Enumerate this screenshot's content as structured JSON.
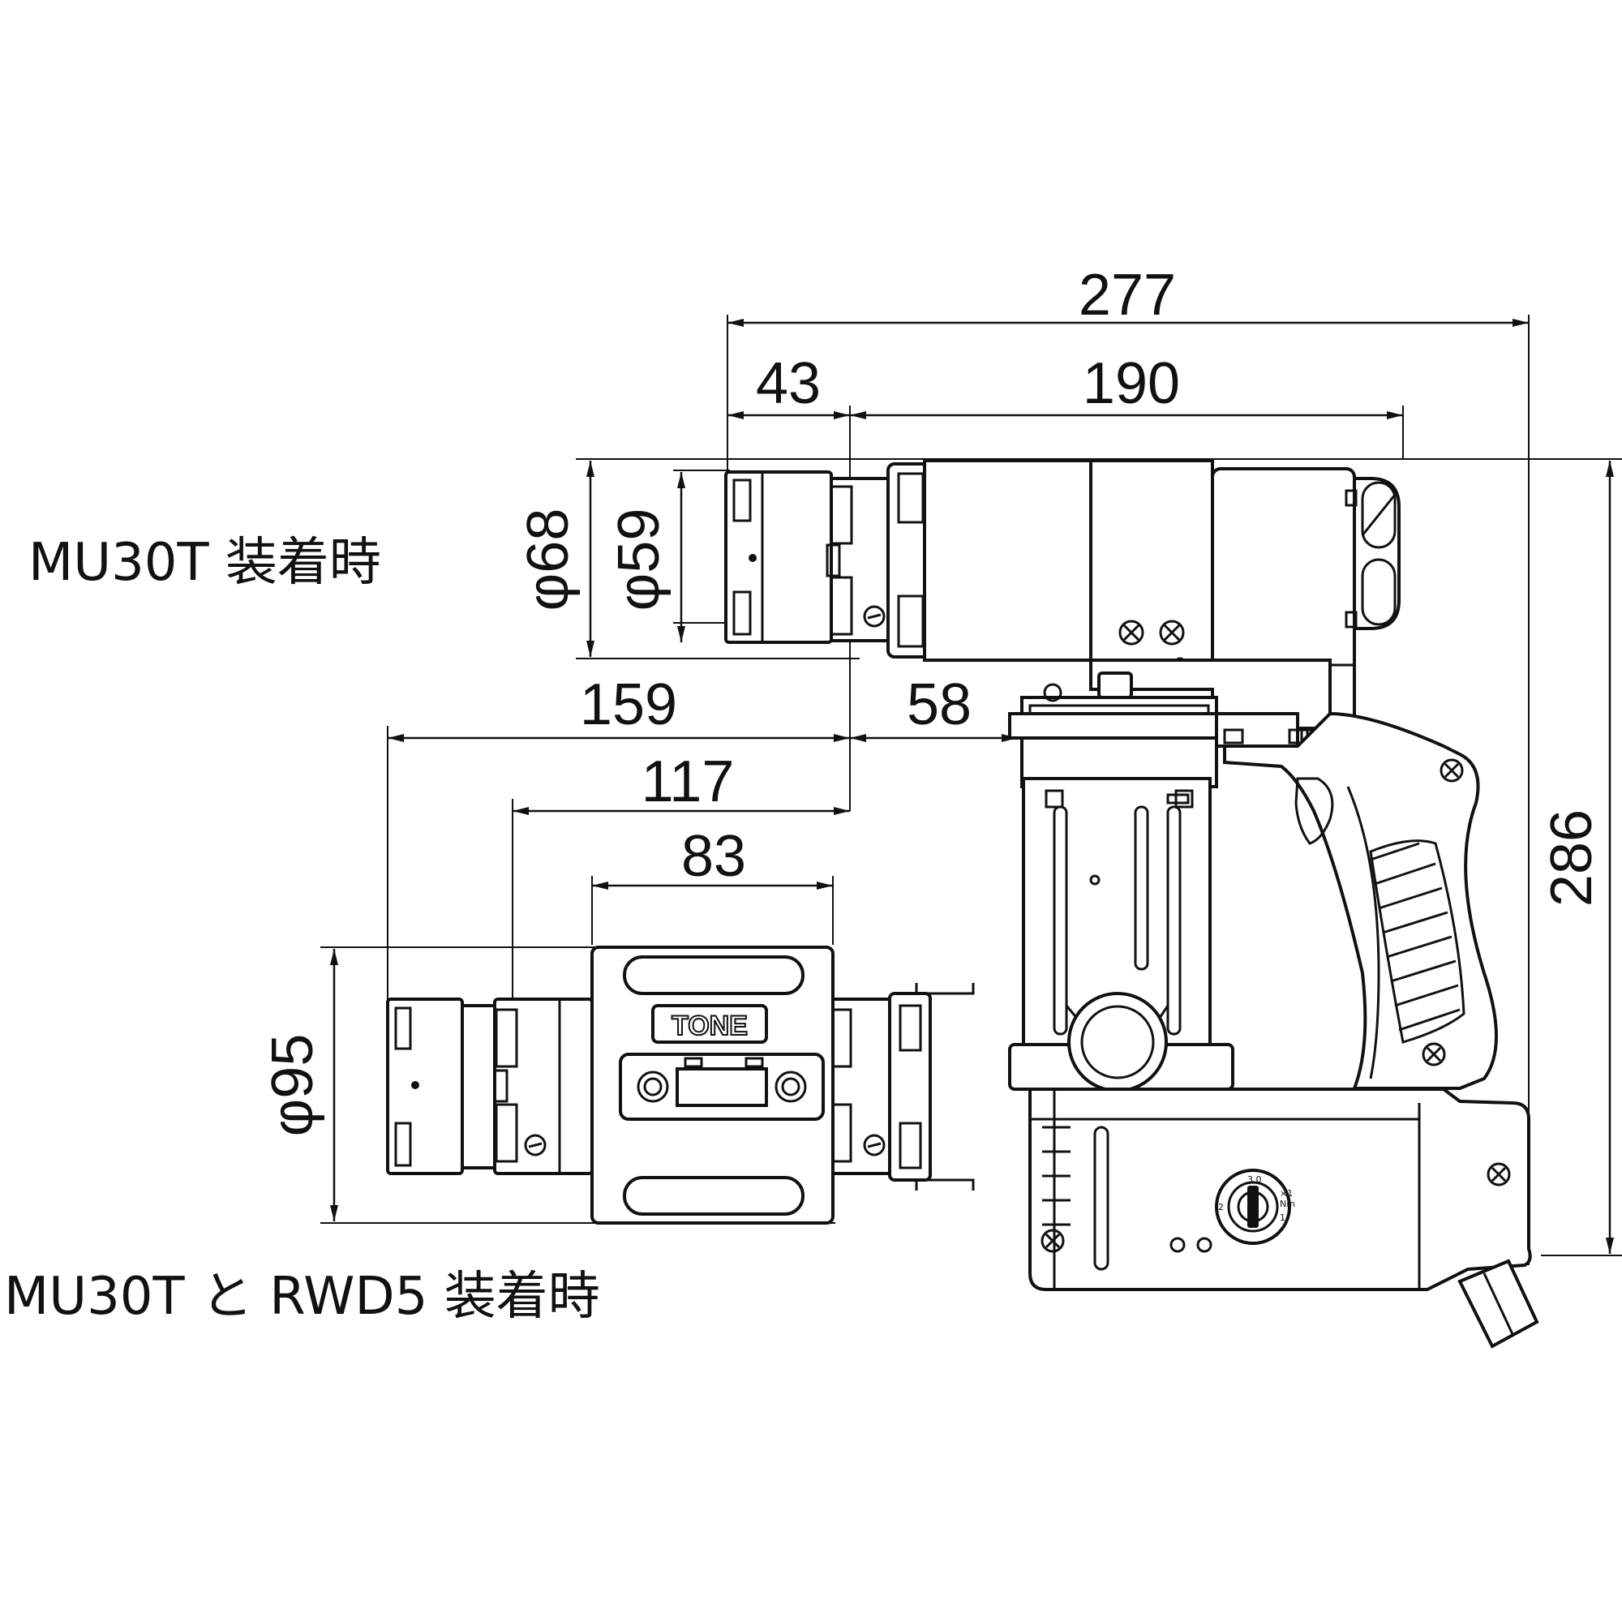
{
  "captions": {
    "top": "MU30T 装着時",
    "bottom": "MU30T と RWD5 装着時"
  },
  "dimensions": {
    "overall_length": "277",
    "front_length": "43",
    "body_length": "190",
    "diameter_68": "φ68",
    "diameter_59": "φ59",
    "extended_length": "159",
    "reaction_length": "117",
    "gear_length": "83",
    "offset": "58",
    "height": "286",
    "diameter_95": "φ95"
  },
  "logo": "TONE",
  "dial_labels": [
    "3.0",
    "2",
    "1",
    "×1",
    "Nm"
  ]
}
